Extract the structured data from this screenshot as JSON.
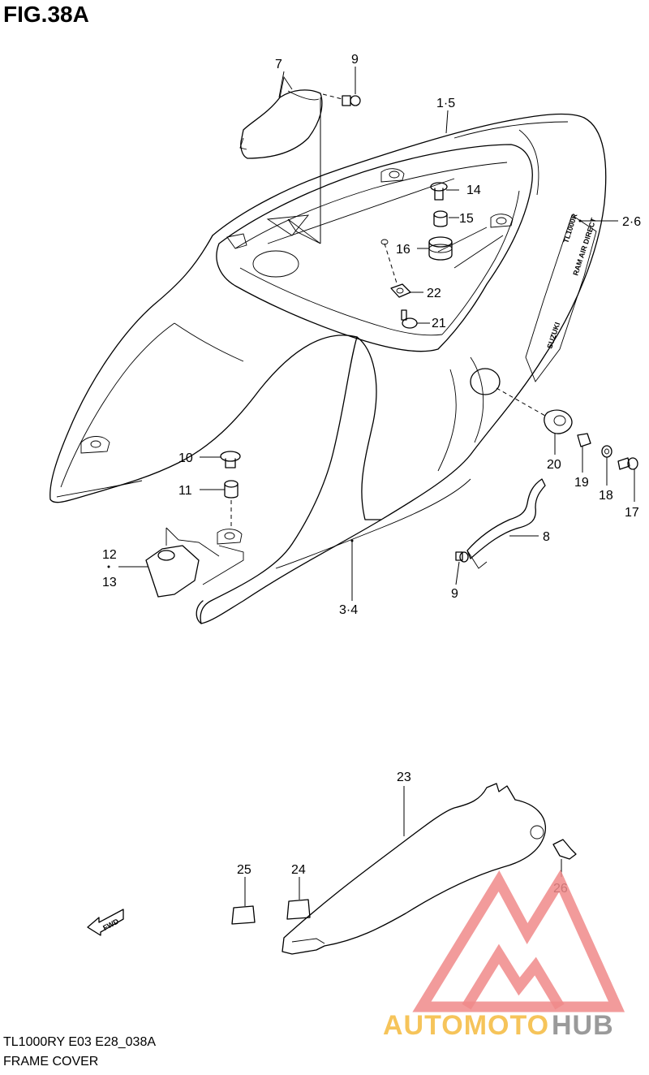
{
  "figure": {
    "title": "FIG.38A",
    "model_code": "TL1000RY E03 E28_038A",
    "section_name": "FRAME COVER"
  },
  "callouts": {
    "c1_5": "1·5",
    "c2_6": "2·6",
    "c3_4": "3·4",
    "c7": "7",
    "c8": "8",
    "c9_top": "9",
    "c9_bottom": "9",
    "c10": "10",
    "c11": "11",
    "c12": "12",
    "c13": "13",
    "c14": "14",
    "c15": "15",
    "c16": "16",
    "c17": "17",
    "c18": "18",
    "c19": "19",
    "c20": "20",
    "c21": "21",
    "c22": "22",
    "c23": "23",
    "c24": "24",
    "c25": "25",
    "c26": "26"
  },
  "direction_arrow": {
    "label": "FWD",
    "icon": "fwd-arrow-icon"
  },
  "watermark": {
    "text_left": "AUTOMOTO",
    "text_right": "HUB",
    "color_logo": "#f08a8a",
    "color_text_left": "#f6c45a",
    "color_text_right": "#9a9a9a"
  }
}
